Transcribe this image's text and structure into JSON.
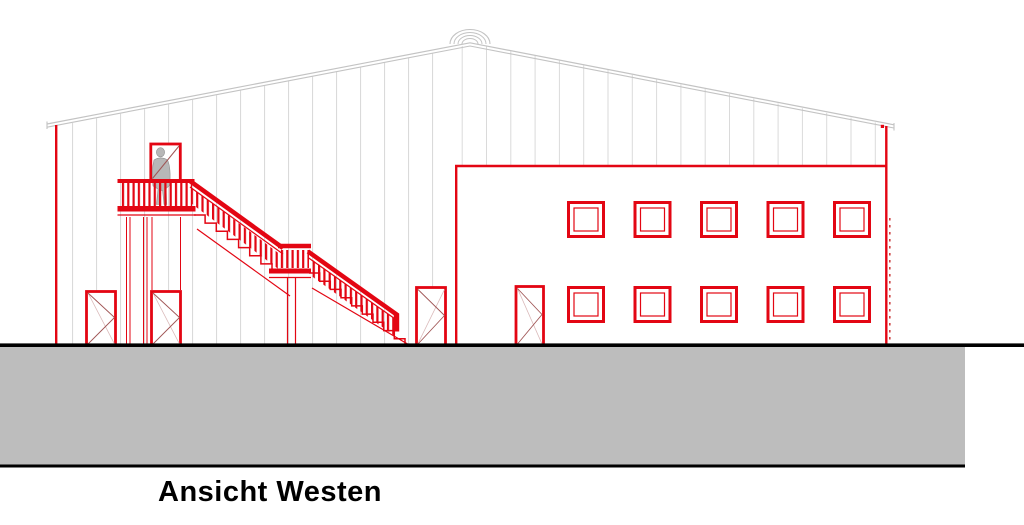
{
  "title": {
    "text": "Ansicht Westen"
  },
  "drawing": {
    "type": "architectural elevation",
    "view": "west",
    "colors": {
      "red": "#e30613",
      "swing": "#a05555",
      "swing-faint": "#d9b8b8",
      "facade-line": "#dadada",
      "roof-line": "#c3c3c3",
      "ground-fill": "#bdbdbd",
      "dashed-red": "#cc4444",
      "person-fill": "#b7b7b7",
      "person-stroke": "#8f8f8f",
      "ink": "#000000",
      "bg": "#ffffff"
    },
    "counts": {
      "windows": 10,
      "window_rows": 2,
      "window_cols": 5,
      "ground_doors": 4,
      "upper_doors": 1,
      "stair_flights": 2,
      "persons": 1
    }
  }
}
